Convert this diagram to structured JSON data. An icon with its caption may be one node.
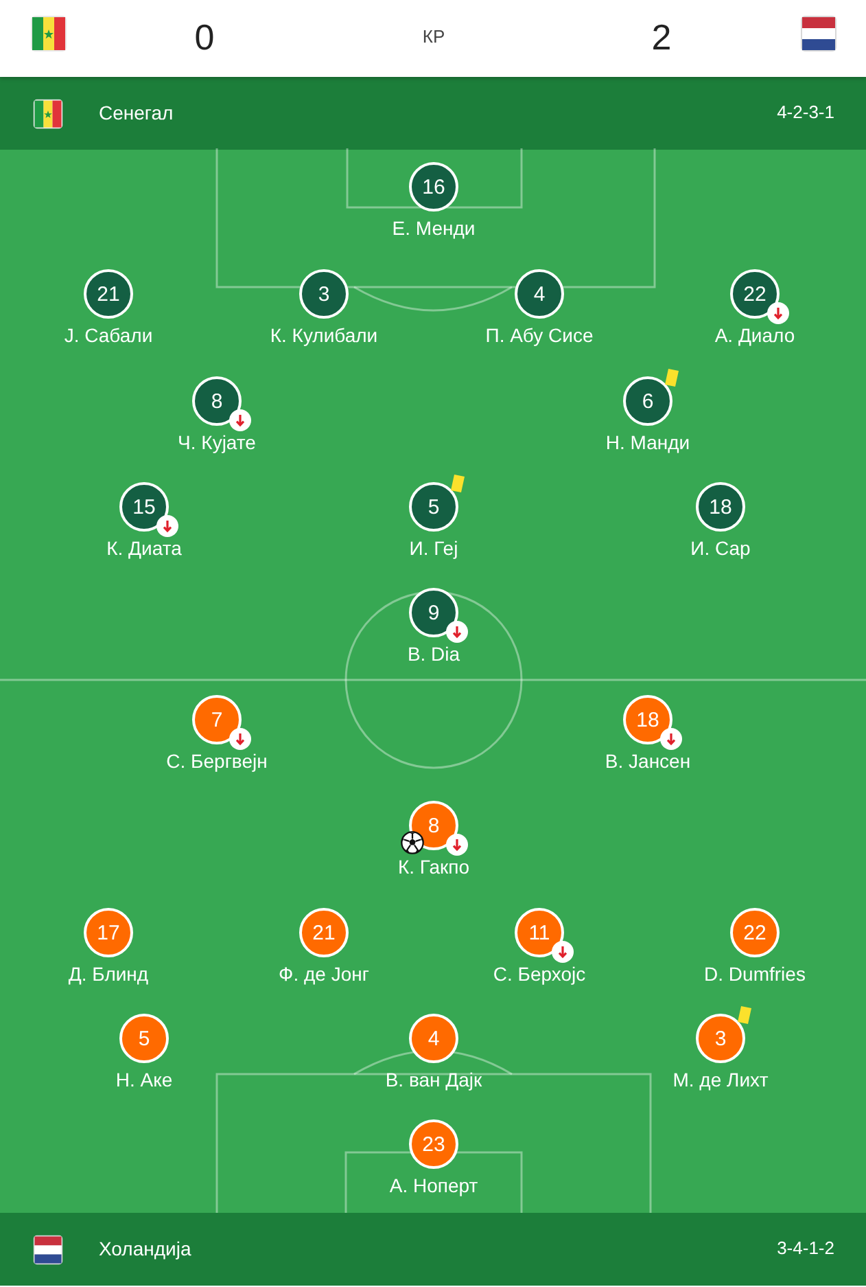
{
  "diagram": {
    "nodes": [
      {
        "text": [
          "16"
        ],
        "beside": [
          "Е. Менди"
        ]
      },
      {
        "text": [
          "21"
        ],
        "beside": [
          "Ј. Сабали"
        ]
      },
      {
        "text": [
          "3"
        ],
        "beside": [
          "К. Кулибали"
        ]
      },
      {
        "text": [
          "4"
        ],
        "beside": [
          "П. Абу Сисе"
        ]
      },
      {
        "text": [
          "22"
        ],
        "beside": [
          "А. Диало"
        ]
      },
      {
        "text": [
          "8"
        ],
        "beside": [
          "Ч. Кујате"
        ]
      },
      {
        "text": [
          "6"
        ],
        "beside": [
          "Н. Манди"
        ]
      },
      {
        "text": [
          "15"
        ],
        "beside": [
          "К. Диата"
        ]
      },
      {
        "text": [
          "5"
        ],
        "beside": [
          "И. Геј"
        ]
      },
      {
        "text": [
          "18"
        ],
        "beside": [
          "И. Сар"
        ]
      },
      {
        "text": [
          "9"
        ],
        "beside": [
          "В. Dia"
        ]
      },
      {
        "text": [
          "7"
        ],
        "beside": [
          "С. Бергвејн"
        ]
      },
      {
        "text": [
          "18"
        ],
        "beside": [
          "В. Јансен"
        ]
      },
      {
        "text": [
          "8"
        ],
        "beside": [
          "К. Гакпо"
        ]
      },
      {
        "text": [
          "17"
        ],
        "beside": [
          "Д. Блинд"
        ]
      },
      {
        "text": [
          "21"
        ],
        "beside": [
          "Ф. де Јонг"
        ]
      },
      {
        "text": [
          "11"
        ],
        "beside": [
          "С. Берхојс"
        ]
      },
      {
        "text": [
          "22"
        ],
        "beside": [
          "D. Dumfries"
        ]
      },
      {
        "text": [
          "5"
        ],
        "beside": [
          "Н. Аке"
        ]
      },
      {
        "text": [
          "4"
        ],
        "beside": [
          "В. ван Дајк"
        ]
      },
      {
        "text": [
          "3"
        ],
        "beside": [
          "М. де Лихт"
        ]
      },
      {
        "text": [
          "23"
        ],
        "beside": [
          "А. Ноперт"
        ]
      }
    ],
    "labels": [
      "0",
      "КР",
      "2",
      "Сенегал",
      "4-2-3-1",
      "Холандија",
      "3-4-1-2"
    ]
  }
}
